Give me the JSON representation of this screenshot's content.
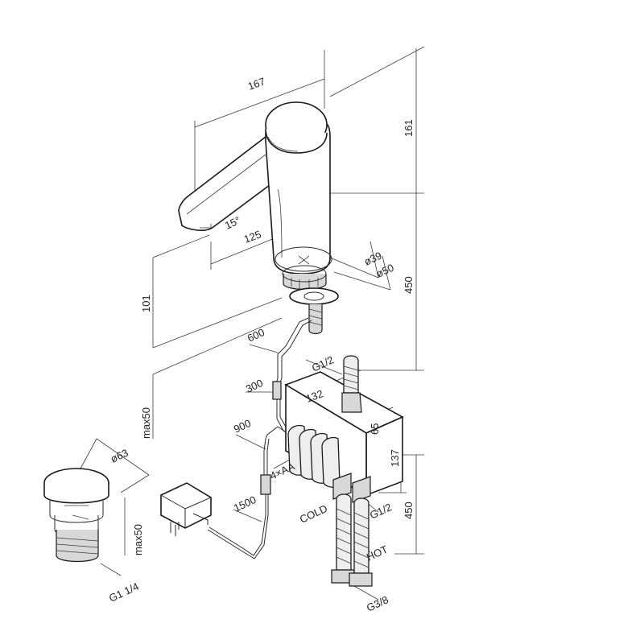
{
  "dimensions": {
    "length_167": "167",
    "height_161": "161",
    "angle_15": "15°",
    "reach_125": "125",
    "dia_39": "ø39",
    "dia_50": "ø50",
    "height_450_top": "450",
    "height_101": "101",
    "max_50_deck": "max50",
    "cable_600": "600",
    "thread_g12_top": "G1/2",
    "cable_300": "300",
    "width_132": "132",
    "depth_65": "65",
    "cable_900": "900",
    "height_137": "137",
    "batteries": "4×AA",
    "cable_1500": "1500",
    "height_450_bottom": "450",
    "thread_g12_bottom": "G1/2",
    "label_cold": "COLD",
    "label_hot": "HOT",
    "thread_g38": "G3/8",
    "waste_dia_63": "ø63",
    "waste_max_50": "max50",
    "waste_thread": "G1 1/4"
  }
}
